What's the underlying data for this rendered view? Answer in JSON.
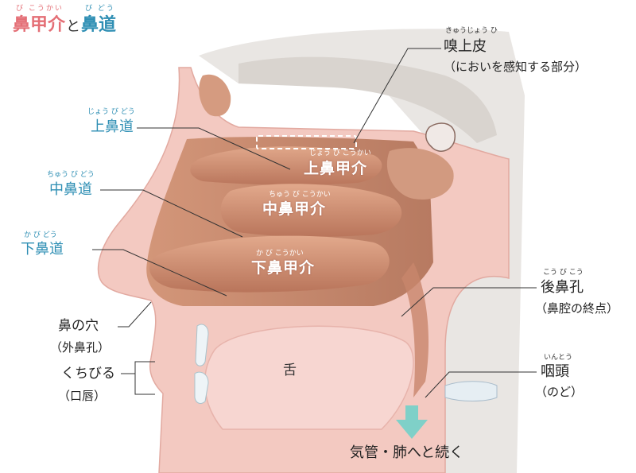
{
  "title": {
    "main1_ruby": "び こうかい",
    "main1": "鼻甲介",
    "conj": "と",
    "main2_ruby": "び どう",
    "main2": "鼻道"
  },
  "labels": {
    "olfactory_ruby": "きゅうじょう ひ",
    "olfactory": "嗅上皮",
    "olfactory_sub": "（においを感知する部分）",
    "superior_meatus_ruby": "じょう び どう",
    "superior_meatus": "上鼻道",
    "middle_meatus_ruby": "ちゅう び どう",
    "middle_meatus": "中鼻道",
    "inferior_meatus_ruby": "か び どう",
    "inferior_meatus": "下鼻道",
    "superior_turbinate_ruby": "じょう び こうかい",
    "superior_turbinate": "上鼻甲介",
    "middle_turbinate_ruby": "ちゅう び こうかい",
    "middle_turbinate": "中鼻甲介",
    "inferior_turbinate_ruby": "か び こうかい",
    "inferior_turbinate": "下鼻甲介",
    "nostril": "鼻の穴",
    "nostril_sub": "（外鼻孔）",
    "lips": "くちびる",
    "lips_sub": "（口唇）",
    "choana_ruby": "こう び こう",
    "choana": "後鼻孔",
    "choana_sub": "（鼻腔の終点）",
    "pharynx_ruby": "いんとう",
    "pharynx": "咽頭",
    "pharynx_sub": "（のど）",
    "tongue": "舌",
    "trachea": "気管・肺へと続く"
  },
  "colors": {
    "blue": "#2f8fb4",
    "pink": "#e46f76",
    "tissue": "#f3c9c1",
    "turbinate": "#c98a6e",
    "arrow": "#7fd0c8"
  }
}
